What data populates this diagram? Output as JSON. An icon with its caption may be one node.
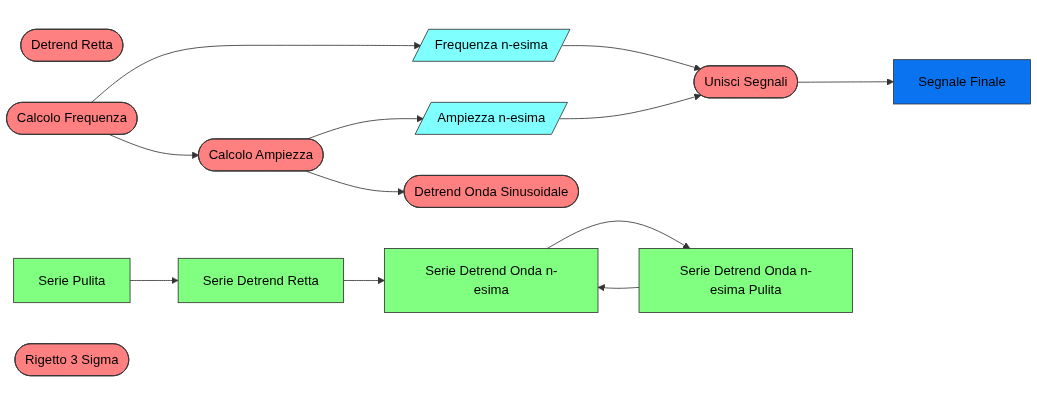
{
  "diagram": {
    "nodes": [
      {
        "text": [
          "Segnale Finale"
        ]
      },
      {
        "text": [
          "Unisci Segnali"
        ]
      },
      {
        "text": [
          "Frequenza n-esima"
        ]
      },
      {
        "text": [
          "Ampiezza n-esima"
        ]
      },
      {
        "text": [
          "Detrend Retta"
        ]
      },
      {
        "text": [
          "Serie Pulita"
        ]
      },
      {
        "text": [
          "Serie Detrend Retta"
        ]
      },
      {
        "text": [
          "Calcolo Frequenza"
        ]
      },
      {
        "text": [
          "Calcolo Ampiezza"
        ]
      },
      {
        "text": [
          "Detrend Onda Sinusoidale"
        ]
      },
      {
        "text": [
          "Serie Detrend Onda n-esima"
        ]
      },
      {
        "text": [
          "Rigetto 3 Sigma"
        ]
      },
      {
        "text": [
          "Serie Detrend Onda n-esima Pulita"
        ]
      }
    ],
    "edges": [
      {
        "from": 1,
        "to": 0,
        "arrow": "to"
      },
      {
        "from": 2,
        "to": 1,
        "arrow": "to"
      },
      {
        "from": 3,
        "to": 1,
        "arrow": "to"
      },
      {
        "from": 5,
        "to": 6,
        "arrow": "to"
      },
      {
        "from": 7,
        "to": 2,
        "arrow": "to"
      },
      {
        "from": 7,
        "to": 8,
        "arrow": "to"
      },
      {
        "from": 8,
        "to": 3,
        "arrow": "to"
      },
      {
        "from": 8,
        "to": 9,
        "arrow": "to"
      },
      {
        "from": 6,
        "to": 10,
        "arrow": "to"
      },
      {
        "from": 10,
        "to": 12,
        "arrow": "to"
      },
      {
        "from": 12,
        "to": 10,
        "arrow": "to"
      }
    ]
  }
}
